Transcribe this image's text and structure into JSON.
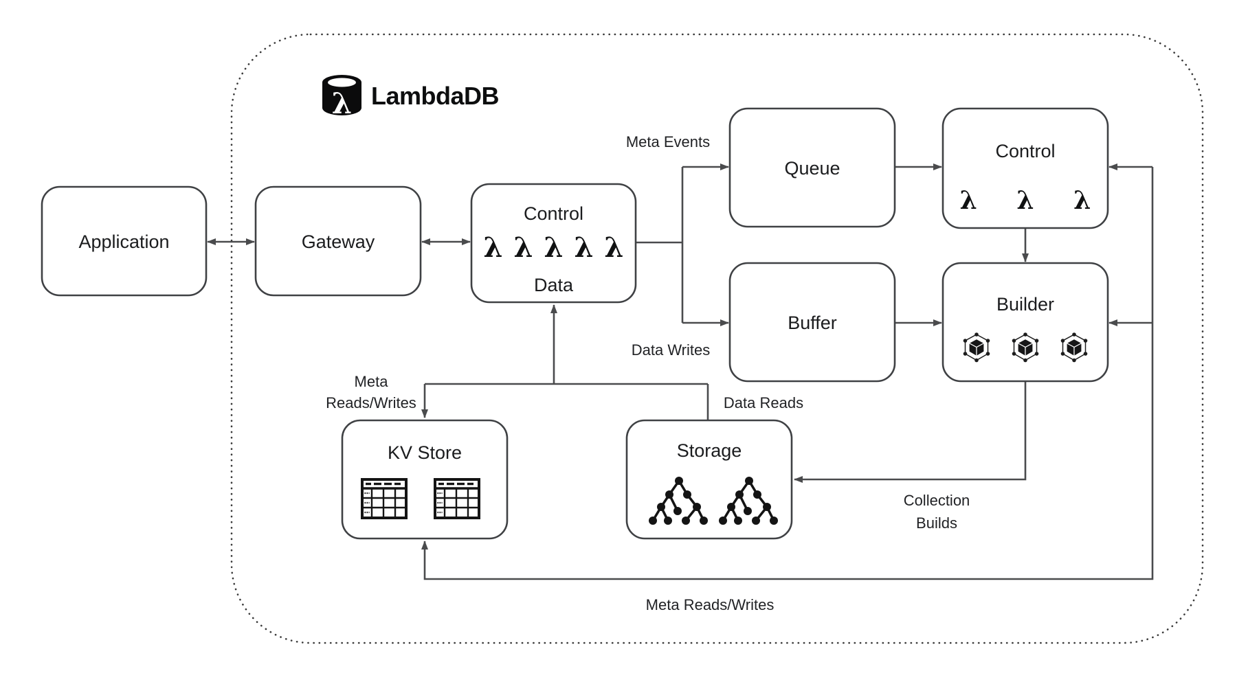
{
  "diagram": {
    "title": "LambdaDB",
    "logo_lambda": "λ",
    "nodes": {
      "application": {
        "label": "Application"
      },
      "gateway": {
        "label": "Gateway"
      },
      "control_data": {
        "label_top": "Control",
        "lambdas": "λ λ λ λ λ",
        "label_bottom": "Data"
      },
      "queue": {
        "label": "Queue"
      },
      "control_workers": {
        "label": "Control",
        "lambdas": "λ λ λ"
      },
      "buffer": {
        "label": "Buffer"
      },
      "builder": {
        "label": "Builder"
      },
      "kv_store": {
        "label": "KV Store"
      },
      "storage": {
        "label": "Storage"
      }
    },
    "edge_labels": {
      "meta_events": "Meta Events",
      "data_writes": "Data Writes",
      "meta_reads_writes_line1": "Meta",
      "meta_reads_writes_line2": "Reads/Writes",
      "data_reads": "Data Reads",
      "collection_builds_line1": "Collection",
      "collection_builds_line2": "Builds",
      "meta_reads_writes_bottom": "Meta Reads/Writes"
    },
    "colors": {
      "background": "#ffffff",
      "line": "#4a4b4d",
      "box_border": "#3f4144",
      "text": "#1b1c1e",
      "icon": "#141414"
    }
  }
}
